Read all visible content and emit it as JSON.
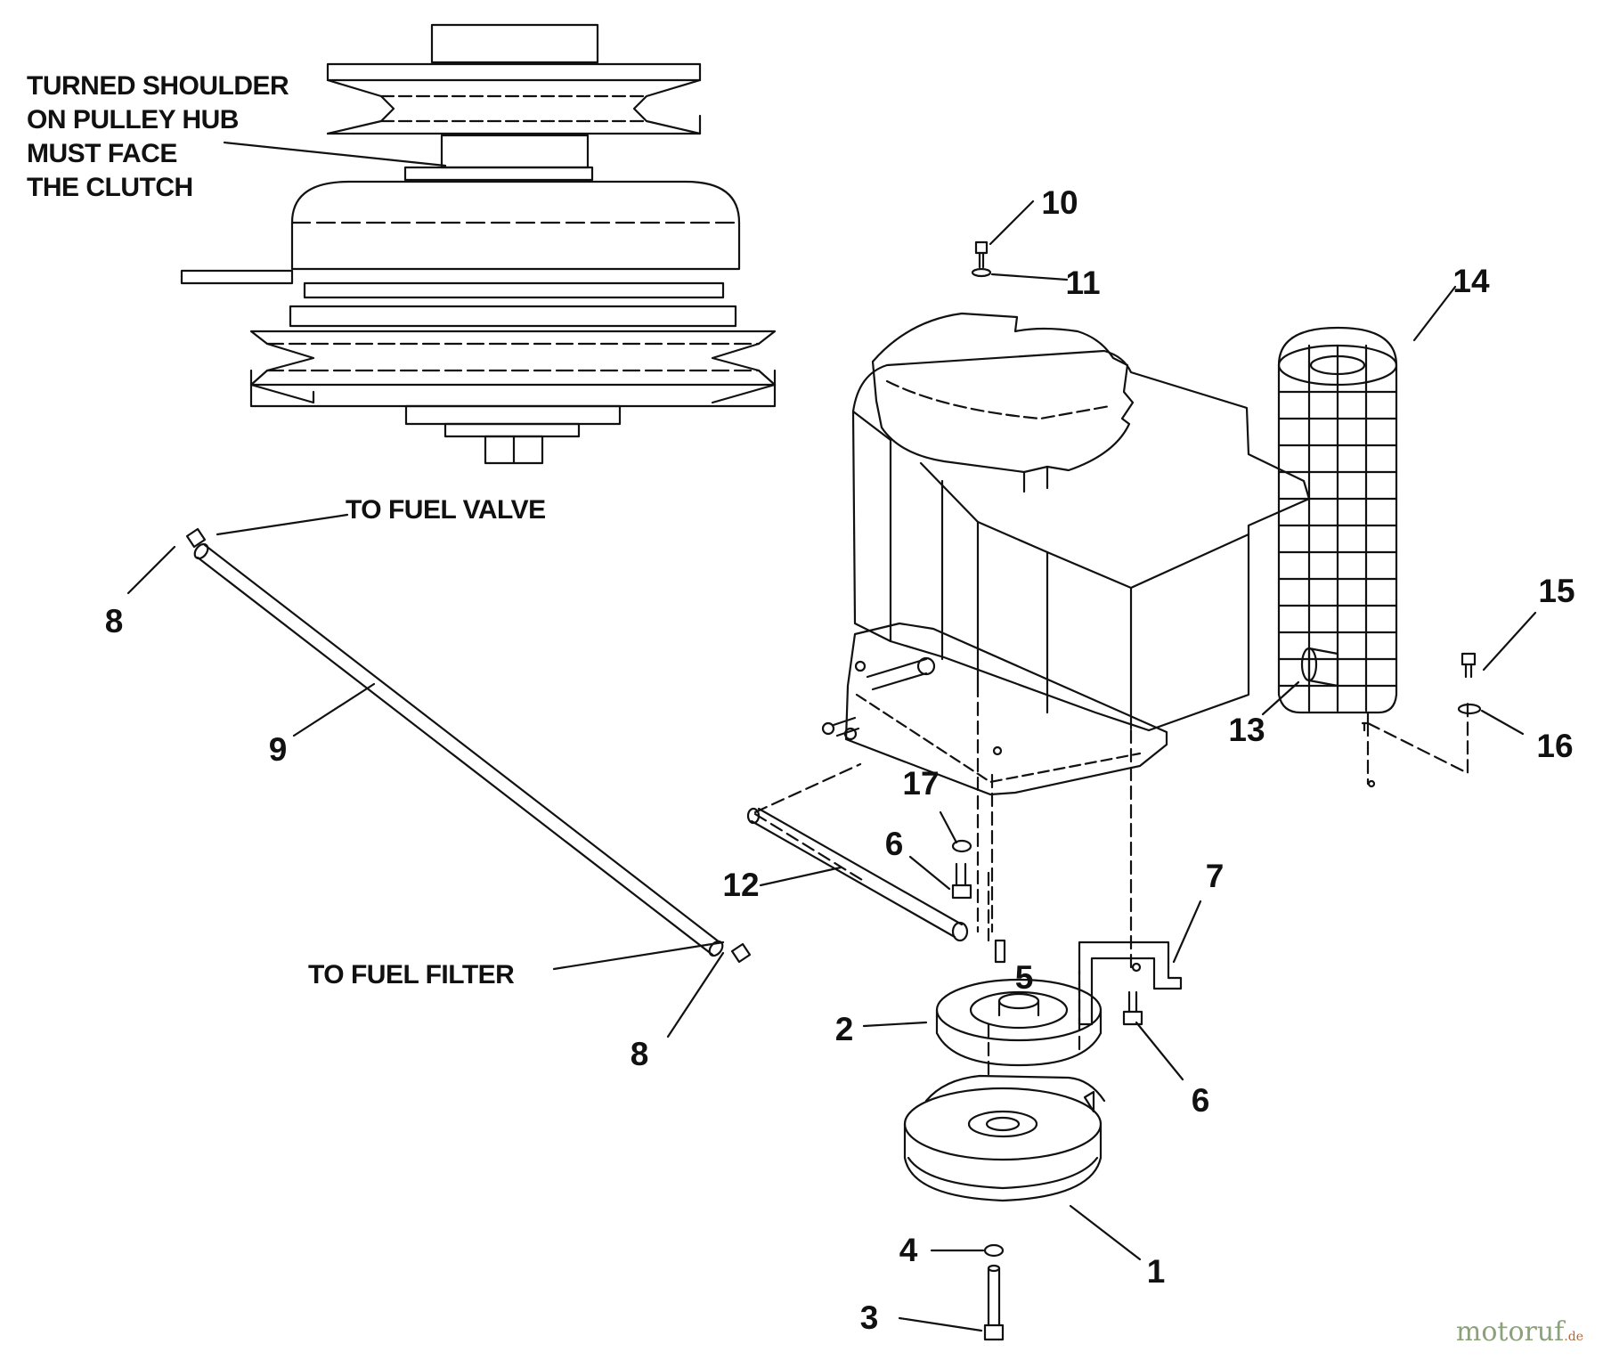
{
  "notes": {
    "turned_shoulder": [
      "TURNED SHOULDER",
      "ON PULLEY HUB",
      "MUST FACE",
      "THE CLUTCH"
    ],
    "to_fuel_valve": "TO FUEL VALVE",
    "to_fuel_filter": "TO FUEL FILTER"
  },
  "callouts": {
    "c1": "1",
    "c2": "2",
    "c3": "3",
    "c4": "4",
    "c5": "5",
    "c6a": "6",
    "c6b": "6",
    "c7": "7",
    "c8a": "8",
    "c8b": "8",
    "c9": "9",
    "c10": "10",
    "c11": "11",
    "c12": "12",
    "c13": "13",
    "c14": "14",
    "c15": "15",
    "c16": "16",
    "c17": "17"
  },
  "watermark": {
    "text": "motoruf",
    "suffix": ".de"
  },
  "colors": {
    "ink": "#111111",
    "watermark": "#8aa17a"
  }
}
